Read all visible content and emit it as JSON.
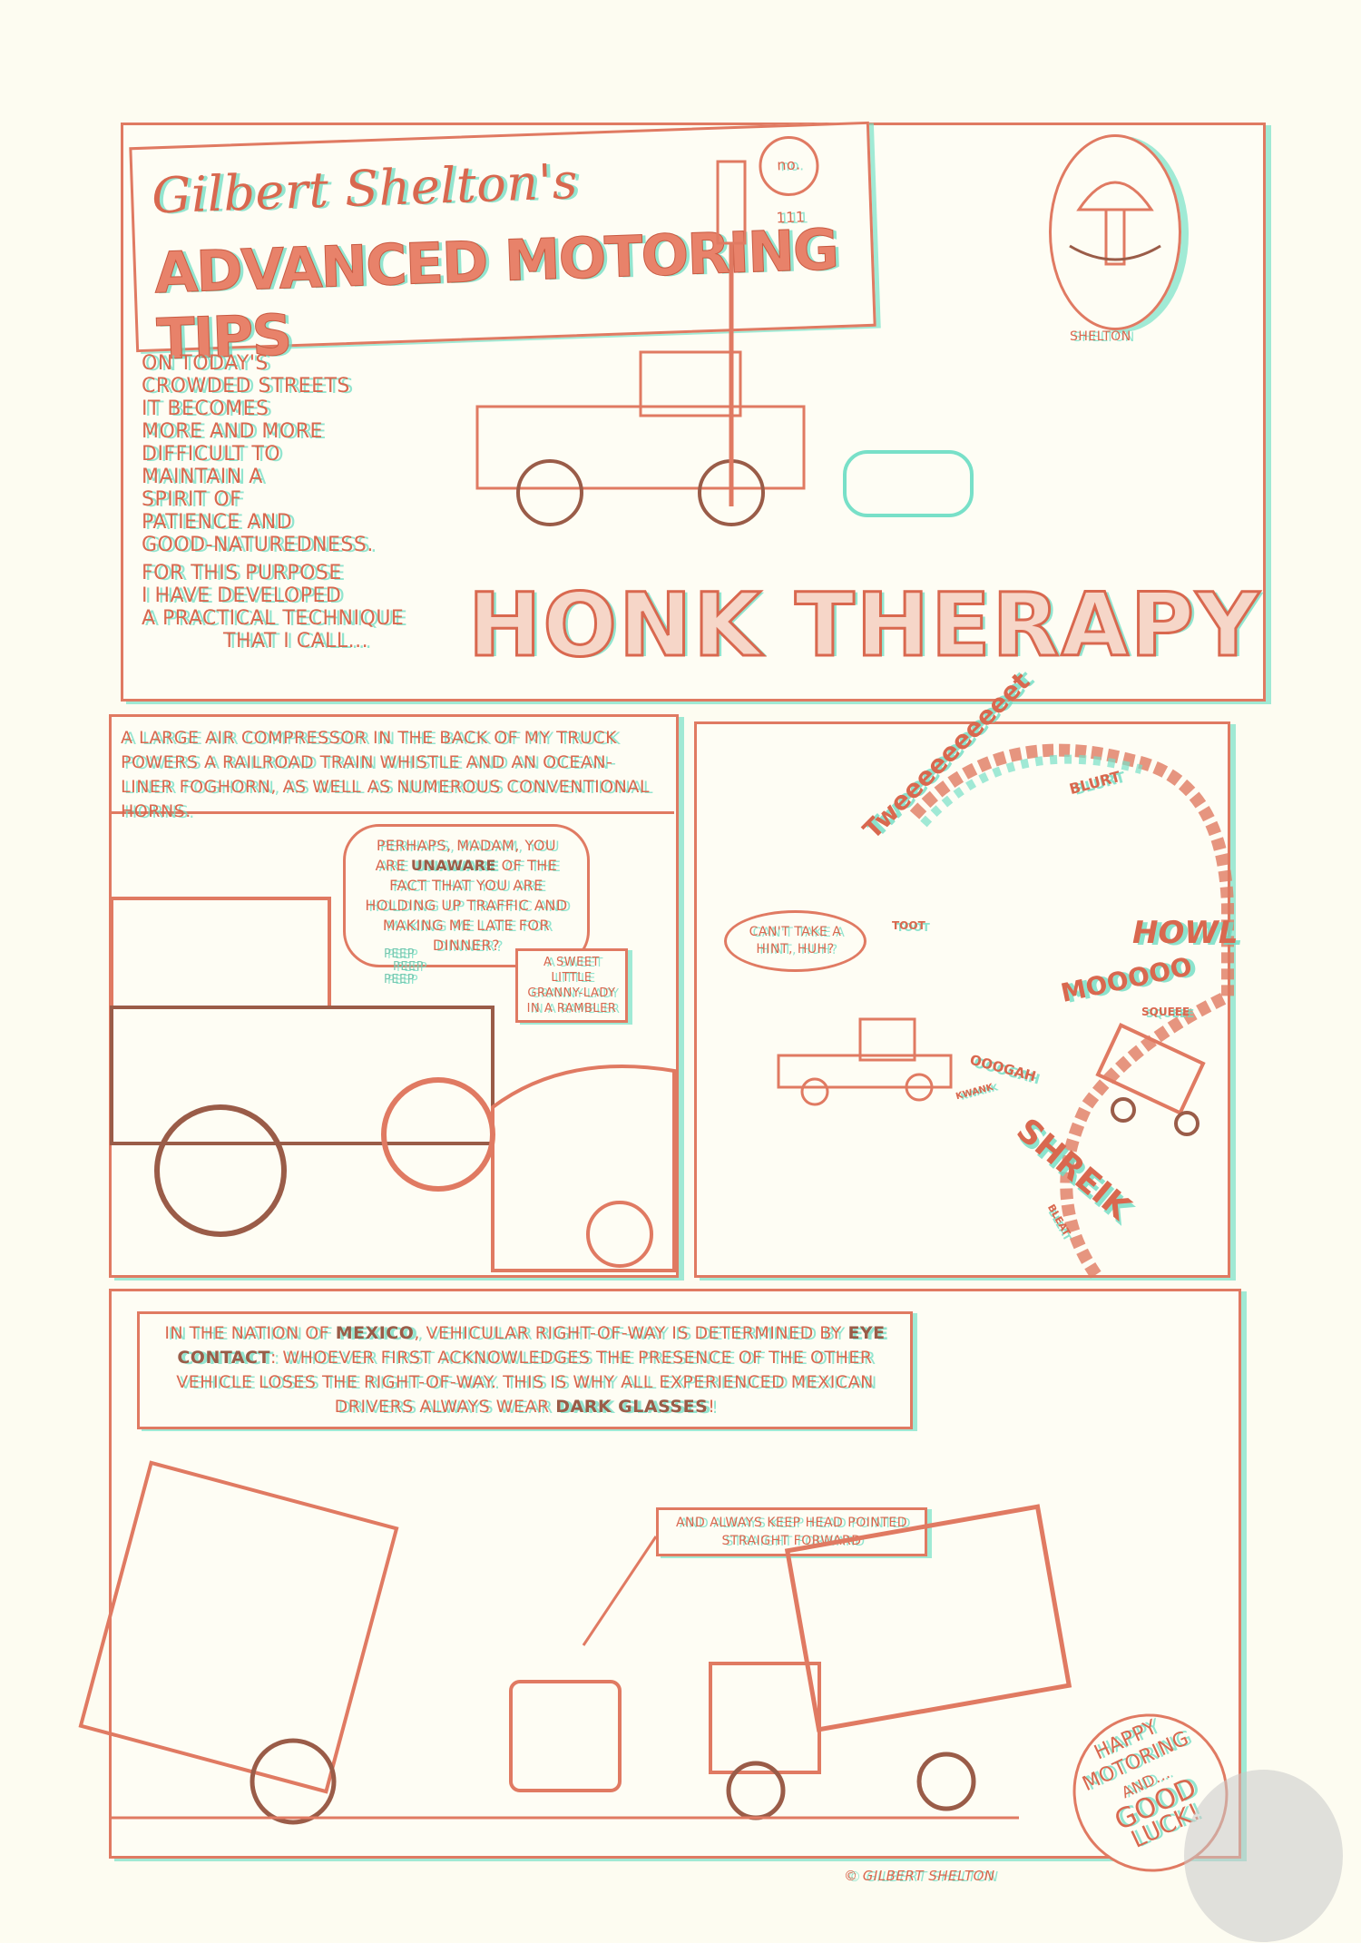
{
  "header": {
    "author_script": "Gilbert Shelton's",
    "series_title": "Advanced Motoring Tips",
    "issue_badge": "no. 111",
    "emblem_label": "Shelton"
  },
  "panel1": {
    "narration": [
      "On today's",
      "crowded streets",
      "it becomes",
      "more and more",
      "difficult to",
      "maintain a",
      "spirit of",
      "patience and",
      "good-naturedness.",
      "For this purpose",
      "I have developed",
      "a practical technique",
      "that I call..."
    ],
    "title": "Honk Therapy"
  },
  "panel2": {
    "caption": "A large air compressor in the back of my truck powers a railroad train whistle and an ocean-liner foghorn, as well as numerous conventional horns.",
    "speech_pre": "Perhaps, madam, you are",
    "speech_bold": "unaware",
    "speech_post": "of the fact that you are holding up traffic and making me late for dinner?",
    "sfx": [
      "Peep",
      "Peep",
      "Peep"
    ],
    "label": "A sweet little granny-lady in a Rambler"
  },
  "panel3": {
    "speech": "Can't take a hint, huh?",
    "sfx": {
      "tweet": "Tweeeeeeeeeet",
      "blurt": "Blurt",
      "howl": "Howl",
      "moo": "Mooooo",
      "squee": "Squeee",
      "toot": "Toot",
      "oogah": "Ooogah",
      "kwank": "Kwank",
      "shriek": "Shreik",
      "bleat": "Bleat"
    }
  },
  "panel4": {
    "caption_parts": [
      {
        "text": "In the nation of ",
        "bold": false
      },
      {
        "text": "Mexico",
        "bold": true
      },
      {
        "text": ", vehicular right-of-way is determined by ",
        "bold": false
      },
      {
        "text": "eye contact",
        "bold": true
      },
      {
        "text": ": whoever first acknowledges the presence of the other vehicle loses the right-of-way.  This is why all experienced Mexican drivers always wear ",
        "bold": false
      },
      {
        "text": "dark glasses",
        "bold": true
      },
      {
        "text": "!",
        "bold": false
      }
    ],
    "label": "And always keep head pointed straight forward",
    "signoff": [
      "Happy",
      "motoring",
      "and...",
      "Good",
      "luck!"
    ]
  },
  "footer": {
    "copyright": "© Gilbert Shelton"
  },
  "colors": {
    "paper": "#fdfcf1",
    "red_ink": "#e07a62",
    "cyan_ink": "#78e0c8",
    "dark_ink": "#9a5c48"
  }
}
